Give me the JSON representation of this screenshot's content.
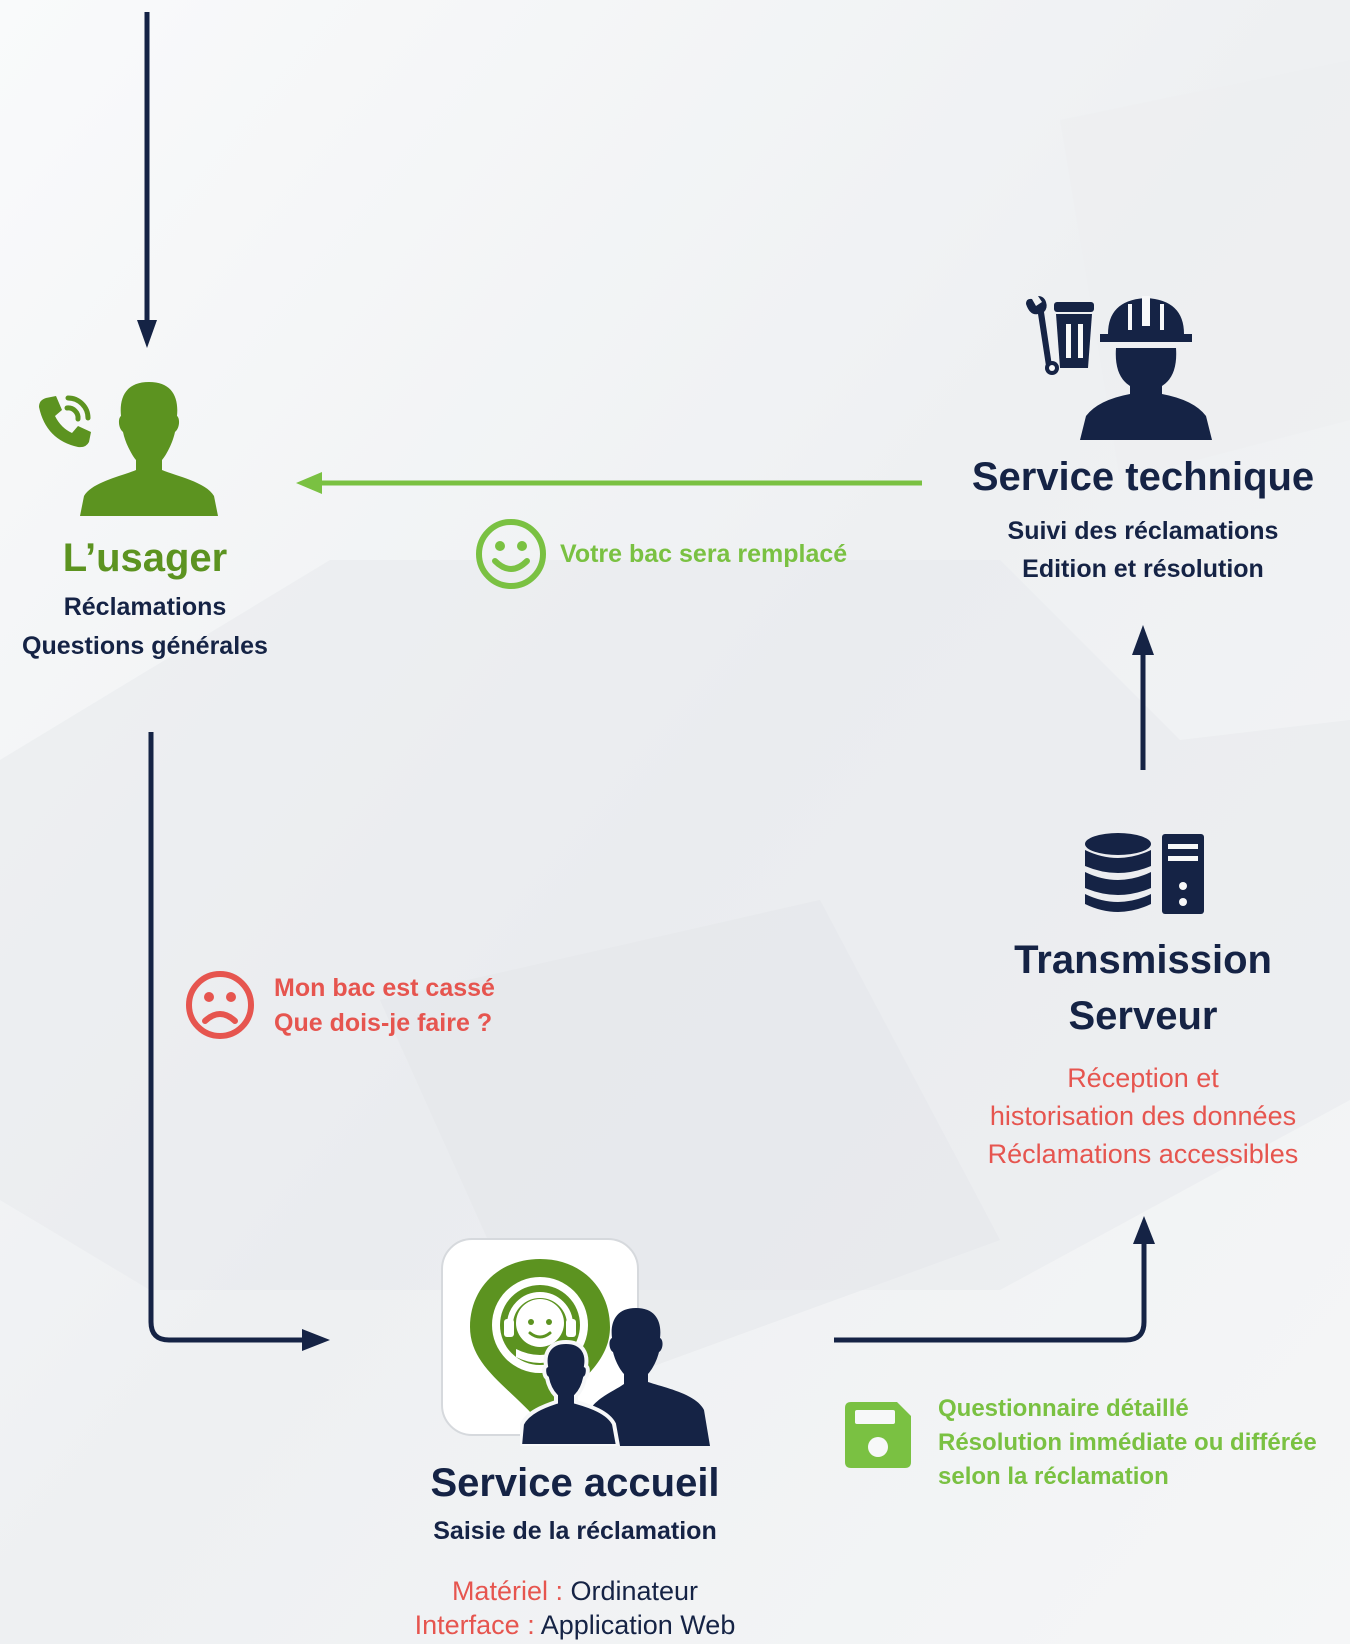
{
  "usager": {
    "title": "L’usager",
    "line1": "Réclamations",
    "line2": "Questions générales"
  },
  "technique": {
    "title": "Service technique",
    "line1": "Suivi des réclamations",
    "line2": "Edition et résolution"
  },
  "feedback": {
    "happy_text": "Votre bac sera remplacé",
    "sad_line1": "Mon bac est cassé",
    "sad_line2": "Que dois-je faire ?"
  },
  "serveur": {
    "title_line1": "Transmission",
    "title_line2": "Serveur",
    "desc_line1": "Réception et",
    "desc_line2": "historisation des données",
    "desc_line3": "Réclamations accessibles"
  },
  "questionnaire": {
    "line1": "Questionnaire détaillé",
    "line2": "Résolution immédiate ou différée",
    "line3": "selon la réclamation"
  },
  "accueil": {
    "title": "Service accueil",
    "subtitle": "Saisie de la réclamation",
    "materiel_label": "Matériel : ",
    "materiel_value": "Ordinateur",
    "interface_label": "Interface : ",
    "interface_value": "Application Web"
  },
  "colors": {
    "navy": "#152345",
    "green": "#5c9320",
    "light_green": "#7ac142",
    "red": "#e6554f"
  },
  "icons": [
    "phone-icon",
    "user-icon",
    "worker-icon",
    "bin-repair-icon",
    "smiley-happy-icon",
    "smiley-sad-icon",
    "database-server-icon",
    "floppy-disk-icon",
    "app-logo-icon",
    "agents-icon"
  ]
}
